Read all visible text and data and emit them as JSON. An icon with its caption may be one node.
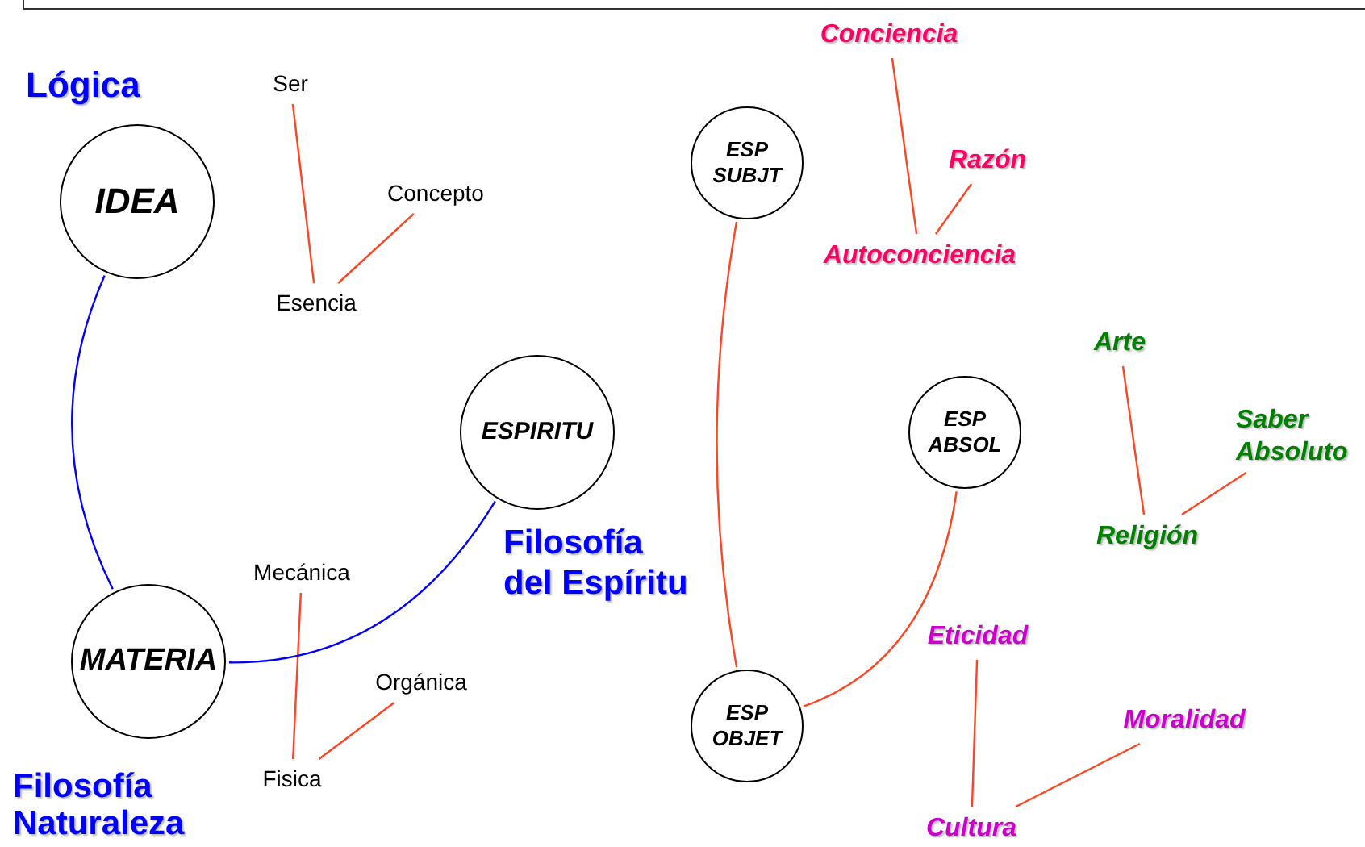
{
  "diagram": {
    "nodes": [
      {
        "text": [
          "IDEA"
        ]
      },
      {
        "text": [
          "Ser"
        ]
      },
      {
        "text": [
          "Concepto"
        ]
      },
      {
        "text": [
          "Esencia"
        ]
      },
      {
        "text": [
          "MATERIA"
        ]
      },
      {
        "text": [
          "Mecánica"
        ]
      },
      {
        "text": [
          "Orgánica"
        ]
      },
      {
        "text": [
          "Fisica"
        ]
      },
      {
        "text": [
          "ESPIRITU"
        ]
      },
      {
        "text": [
          "ESP SUBJT"
        ]
      },
      {
        "text": [
          "Conciencia"
        ]
      },
      {
        "text": [
          "Razón"
        ]
      },
      {
        "text": [
          "Autoconciencia"
        ]
      },
      {
        "text": [
          "ESP ABSOL"
        ]
      },
      {
        "text": [
          "Arte"
        ]
      },
      {
        "text": [
          "Saber Absoluto"
        ]
      },
      {
        "text": [
          "Religión"
        ]
      },
      {
        "text": [
          "ESP OBJET"
        ]
      },
      {
        "text": [
          "Eticidad"
        ]
      },
      {
        "text": [
          "Moralidad"
        ]
      },
      {
        "text": [
          "Cultura"
        ]
      }
    ],
    "edges": [
      {
        "from": 1,
        "to": 3,
        "arrow": "none"
      },
      {
        "from": 2,
        "to": 3,
        "arrow": "none"
      },
      {
        "from": 0,
        "to": 4,
        "arrow": "none",
        "color": "#0000ff"
      },
      {
        "from": 5,
        "to": 7,
        "arrow": "none"
      },
      {
        "from": 6,
        "to": 7,
        "arrow": "none"
      },
      {
        "from": 4,
        "to": 8,
        "arrow": "none",
        "color": "#0000ff"
      },
      {
        "from": 10,
        "to": 12,
        "arrow": "none"
      },
      {
        "from": 11,
        "to": 12,
        "arrow": "none"
      },
      {
        "from": 9,
        "to": 17,
        "arrow": "none"
      },
      {
        "from": 14,
        "to": 16,
        "arrow": "none"
      },
      {
        "from": 15,
        "to": 16,
        "arrow": "none"
      },
      {
        "from": 13,
        "to": 17,
        "arrow": "none"
      },
      {
        "from": 18,
        "to": 20,
        "arrow": "none"
      },
      {
        "from": 19,
        "to": 20,
        "arrow": "none"
      }
    ],
    "labels": [
      "Lógica",
      "Filosofía del Espíritu",
      "Filosofía Naturaleza"
    ]
  }
}
